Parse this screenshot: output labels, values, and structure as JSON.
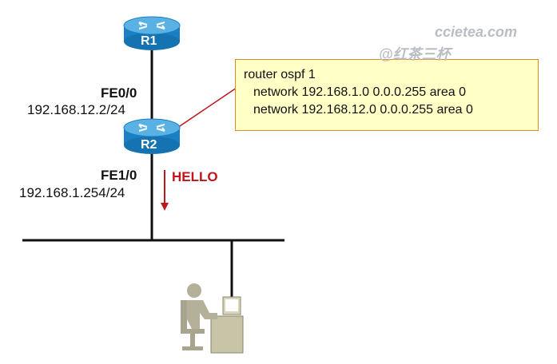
{
  "watermark": {
    "site": "ccietea.com",
    "brand": "@红茶三杯"
  },
  "routers": {
    "r1": {
      "label": "R1"
    },
    "r2": {
      "label": "R2"
    }
  },
  "interfaces": {
    "fe00": {
      "name": "FE0/0",
      "ip": "192.168.12.2/24"
    },
    "fe10": {
      "name": "FE1/0",
      "ip": "192.168.1.254/24"
    }
  },
  "config": {
    "lines": [
      "router ospf 1",
      "  network 192.168.1.0 0.0.0.255 area 0",
      "  network 192.168.12.0 0.0.0.255 area 0"
    ]
  },
  "hello": {
    "label": "HELLO"
  },
  "colors": {
    "router_body": "#1b7fc4",
    "router_top": "#5ab1e3",
    "callout_fill": "#ffffc6",
    "callout_border": "#e08a2a",
    "hello_red": "#c0151b",
    "pc_body": "#c8c4a8"
  }
}
